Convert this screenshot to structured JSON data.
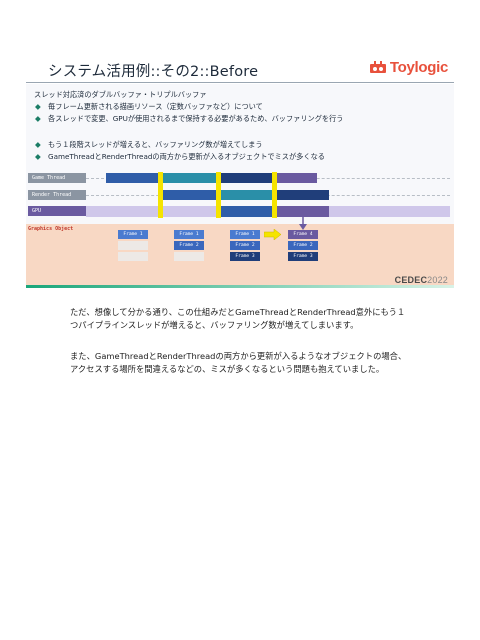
{
  "slide": {
    "title": "システム活用例::その2::Before",
    "logo_text": "Toylogic",
    "subtitle": "スレッド対応済のダブルバッファ・トリプルバッファ",
    "bullets": [
      "毎フレーム更新される描画リソース（定数バッファなど）について",
      "各スレッドで変更、GPUが使用されるまで保持する必要があるため、バッファリングを行う",
      "もう１段階スレッドが増えると、バッファリング数が増えてしまう",
      "GameThreadとRenderThreadの両方から更新が入るオブジェクトでミスが多くなる"
    ],
    "bullet_marker": "◆",
    "diagram": {
      "rows": [
        "Game Thread",
        "Render Thread",
        "GPU",
        "Graphics Object"
      ],
      "group1": [
        "Frame 1",
        "",
        ""
      ],
      "group2": [
        "Frame 1",
        "Frame 2",
        ""
      ],
      "group3": [
        "Frame 1",
        "Frame 2",
        "Frame 3"
      ],
      "group4": [
        "Frame 4",
        "Frame 2",
        "Frame 3"
      ]
    },
    "footer_brand": "CEDEC",
    "footer_year": "2022"
  },
  "body": {
    "paragraph1": "ただ、想像して分かる通り、この仕組みだとGameThreadとRenderThread意外にもう１つパイプラインスレッドが増えると、バッファリング数が増えてしまいます。",
    "paragraph2": "また、GameThreadとRenderThreadの両方から更新が入るようなオブジェクトの場合、アクセスする場所を間違えるなどの、ミスが多くなるという問題も抱えていました。"
  },
  "colors": {
    "accent_red": "#e8513c",
    "bullet_green": "#1c7d66",
    "highlight_yellow": "#f5e400",
    "gpu_purple": "#6a5aa0"
  }
}
